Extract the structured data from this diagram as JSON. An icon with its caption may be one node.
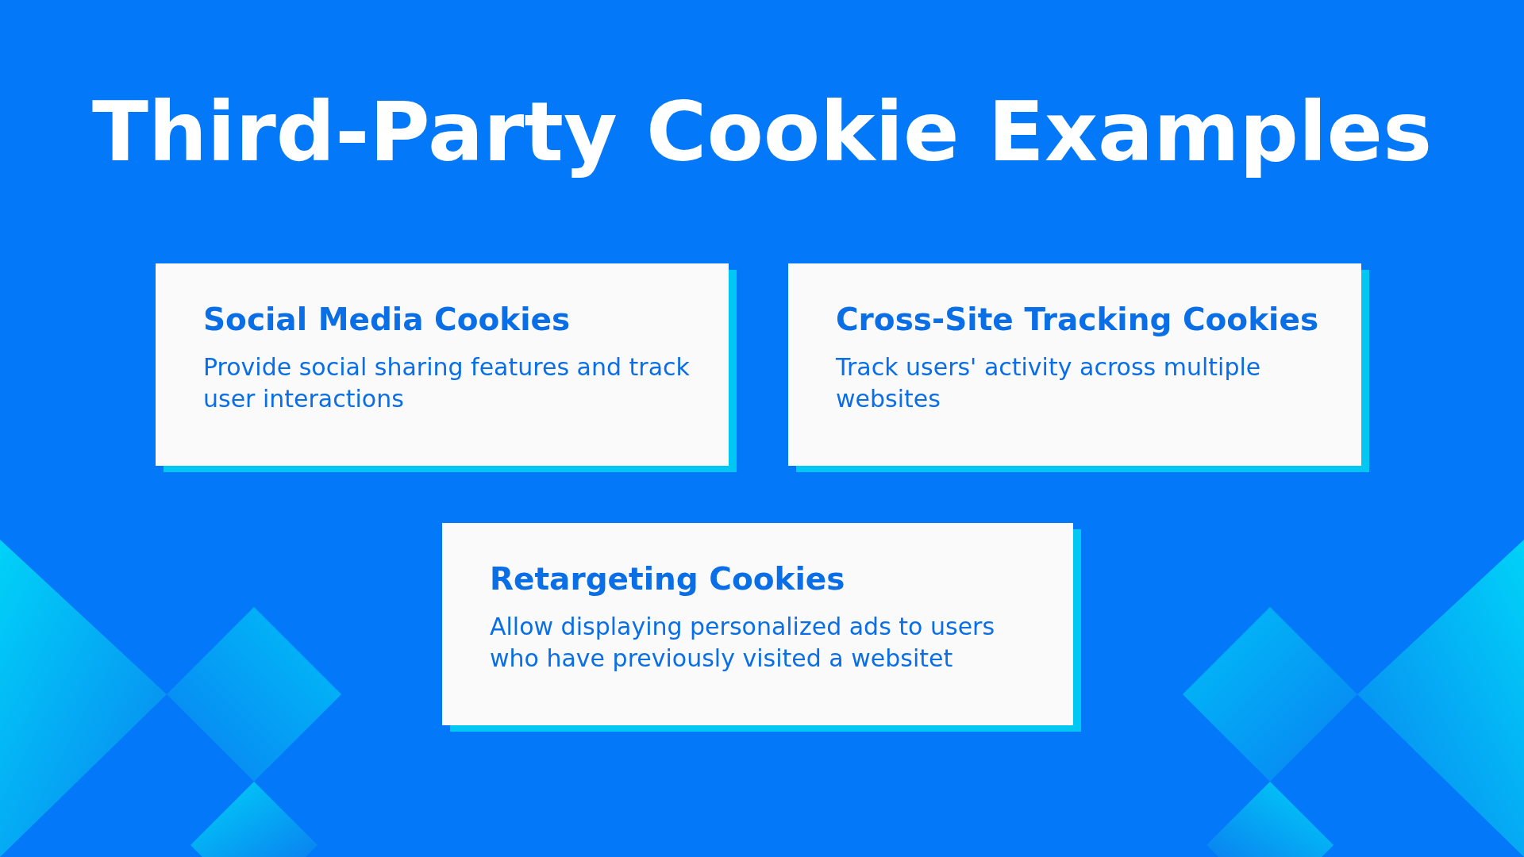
{
  "diagram": {
    "title": "Third-Party Cookie Examples",
    "nodes": [
      {
        "text": [
          "Social Media Cookies",
          "Provide social sharing features and track user interactions"
        ]
      },
      {
        "text": [
          "Cross-Site Tracking Cookies",
          "Track users' activity across multiple websites"
        ]
      },
      {
        "text": [
          "Retargeting Cookies",
          "Allow displaying personalized ads to users who have previously visited a websitet"
        ]
      }
    ]
  }
}
